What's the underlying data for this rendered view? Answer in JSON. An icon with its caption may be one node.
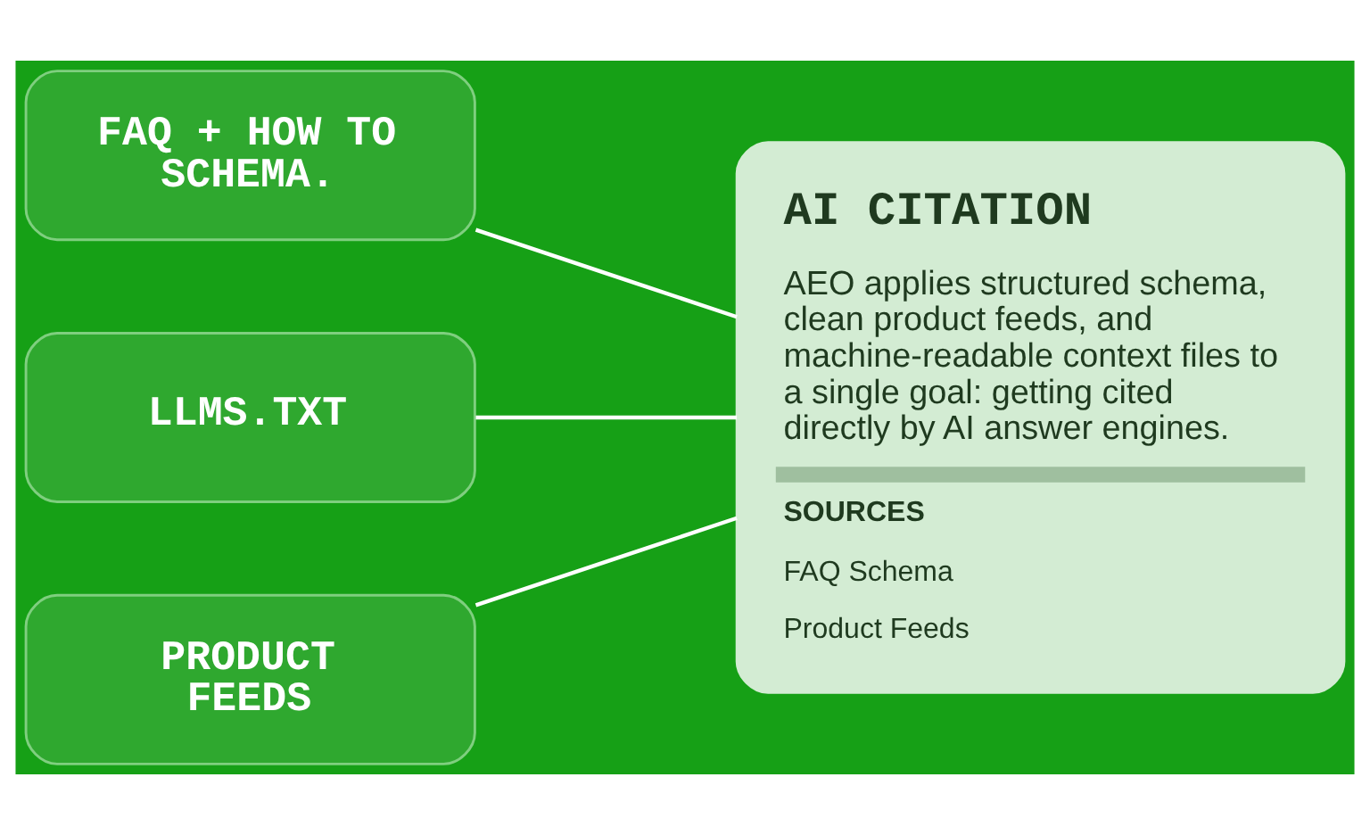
{
  "diagram": {
    "nodes": [
      {
        "text": [
          "FAQ + HOW TO SCHEMA."
        ]
      },
      {
        "text": [
          "LLMS.TXT"
        ]
      },
      {
        "text": [
          "PRODUCT FEEDS"
        ]
      },
      {
        "text": [
          "AI CITATION",
          "AEO applies structured schema, clean product feeds, and machine-readable context files to a single goal: getting cited directly by AI answer engines.",
          "SOURCES",
          "FAQ Schema",
          "Product Feeds"
        ]
      }
    ],
    "edges": [
      {
        "from": 0,
        "to": 3,
        "arrow": "none"
      },
      {
        "from": 1,
        "to": 3,
        "arrow": "none"
      },
      {
        "from": 2,
        "to": 3,
        "arrow": "none"
      }
    ]
  }
}
